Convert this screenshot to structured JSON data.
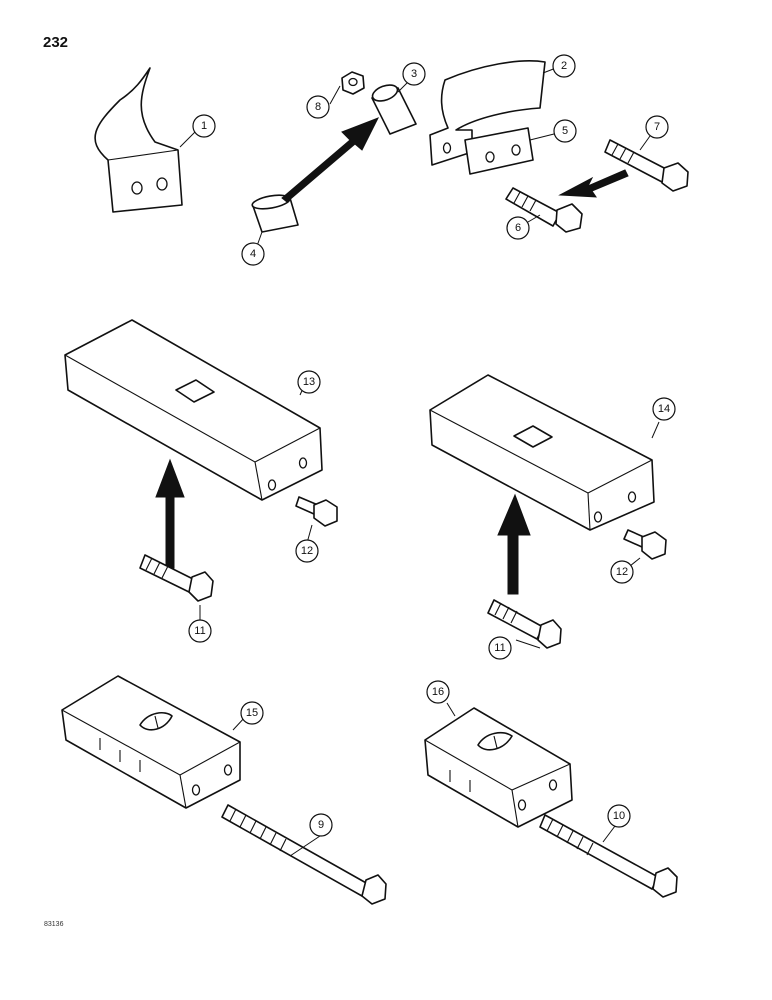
{
  "page_number": "232",
  "figure_code": "83136",
  "callouts": {
    "c1": "1",
    "c2": "2",
    "c3": "3",
    "c4": "4",
    "c5": "5",
    "c6": "6",
    "c7": "7",
    "c8": "8",
    "c9": "9",
    "c10": "10",
    "c11a": "11",
    "c11b": "11",
    "c12a": "12",
    "c12b": "12",
    "c13": "13",
    "c14": "14",
    "c15": "15",
    "c16": "16"
  }
}
